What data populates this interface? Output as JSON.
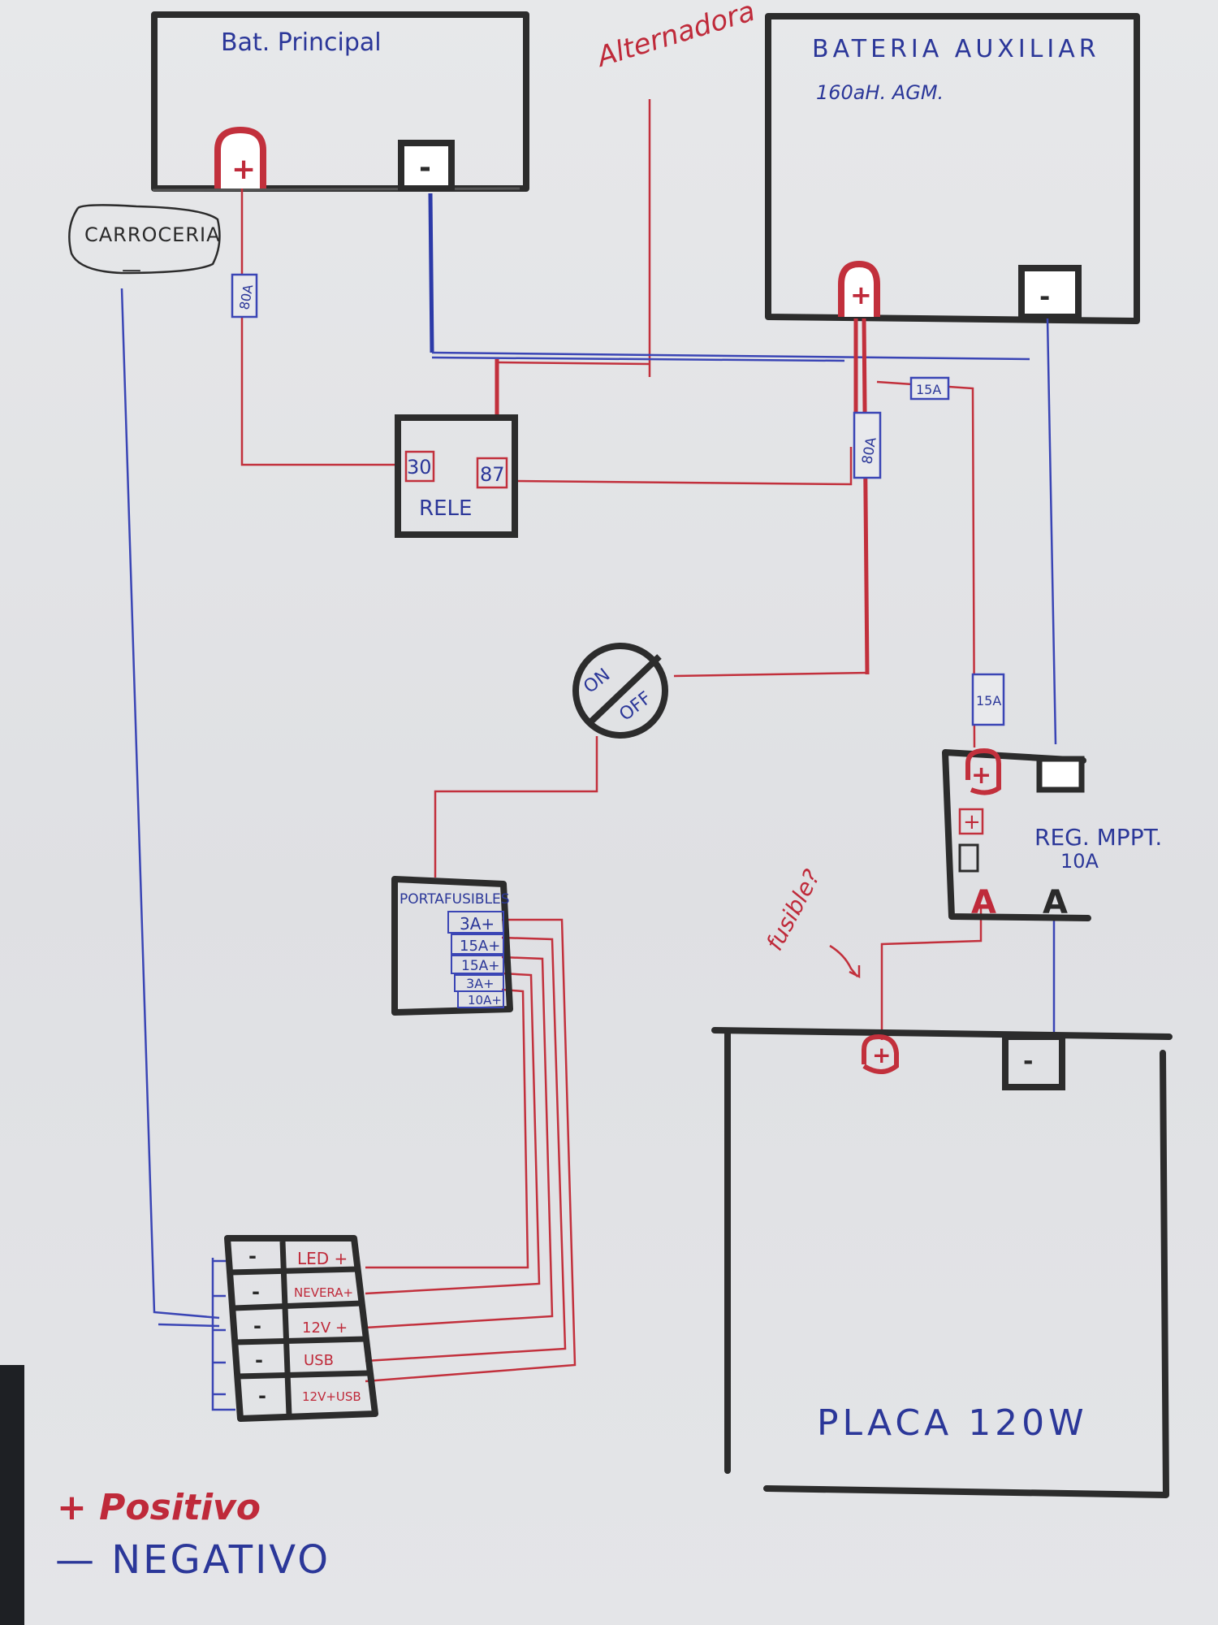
{
  "batteries": {
    "main": {
      "label": "Bat. Principal",
      "positive": "+",
      "negative": "-"
    },
    "aux": {
      "label": "BATERIA AUXILIAR",
      "spec": "160aH. AGM.",
      "positive": "+",
      "negative": "-"
    }
  },
  "alternator": {
    "label": "Alternadora"
  },
  "chassis": {
    "label": "CARROCERIA",
    "sign": "—"
  },
  "relay": {
    "label": "RELE",
    "pin_30": "30",
    "pin_87": "87"
  },
  "fuses": {
    "main_bat_fuse": "80A",
    "aux_bat_fuse": "80A",
    "mppt_fuse_top": "15A",
    "mppt_fuse_side": "15A",
    "question": "fusible?"
  },
  "switch": {
    "on": "ON",
    "off": "OFF"
  },
  "fuse_holder": {
    "label": "PORTAFUSIBLES",
    "slots": [
      "3A+",
      "15A+",
      "15A+",
      "3A+",
      "10A+"
    ]
  },
  "mppt": {
    "label": "REG. MPPT.",
    "rating": "10A",
    "pv": "A"
  },
  "panel": {
    "label": "PLACA 120W",
    "positive": "+",
    "negative": "-"
  },
  "terminal_block": {
    "rows": [
      {
        "neg": "-",
        "label": "LED +"
      },
      {
        "neg": "-",
        "label": "NEVERA+"
      },
      {
        "neg": "-",
        "label": "12V +"
      },
      {
        "neg": "-",
        "label": "USB"
      },
      {
        "neg": "-",
        "label": "12V+USB"
      }
    ]
  },
  "legend": {
    "positive": "+ Positivo",
    "negative": "— NEGATIVO"
  },
  "colors": {
    "positive": "#c2303c",
    "negative": "#3a45b5",
    "outline": "#2c2c2c"
  }
}
